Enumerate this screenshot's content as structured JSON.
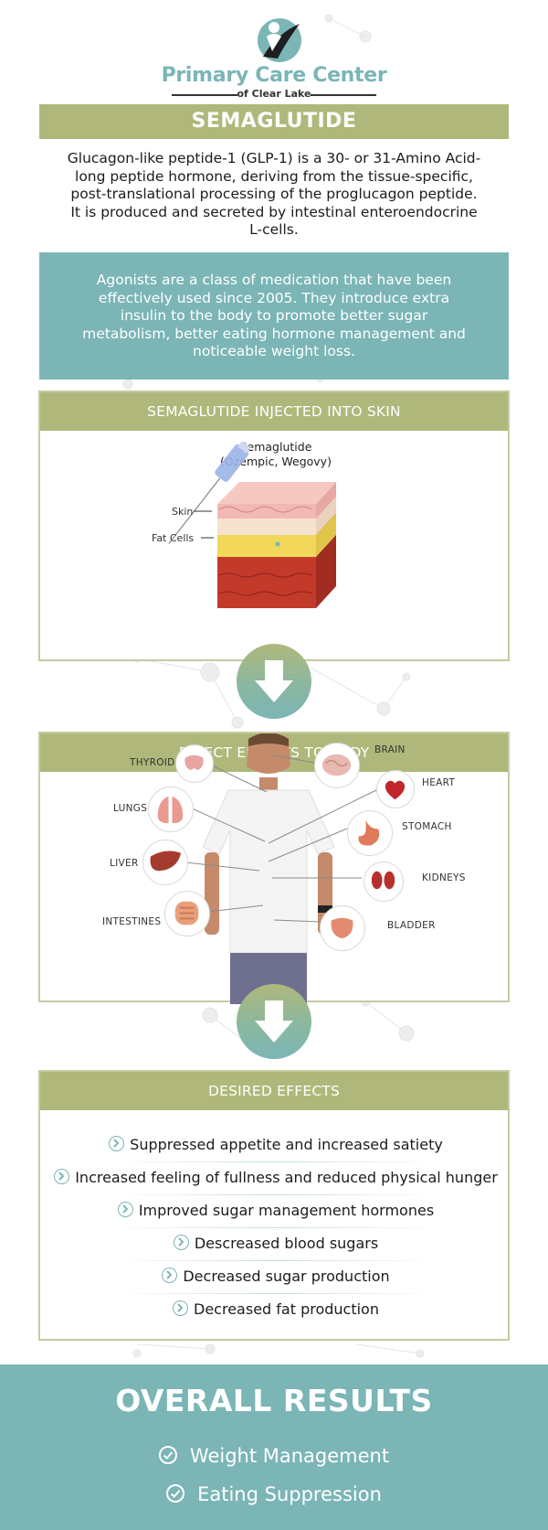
{
  "logo": {
    "name": "Primary Care Center",
    "sub": "of Clear Lake"
  },
  "title": "SEMAGLUTIDE",
  "intro": "Glucagon-like peptide-1 (GLP-1) is a 30- or 31-Amino Acid-long peptide hormone, deriving from the tissue-specific, post-translational processing of the proglucagon peptide. It is produced and secreted by intestinal enteroendocrine L-cells.",
  "agonists": "Agonists are a class of medication that have been effectively used since 2005. They introduce extra insulin to the body to promote better sugar metabolism, better eating hormone management and noticeable weight loss.",
  "injection": {
    "heading": "SEMAGLUTIDE INJECTED INTO SKIN",
    "drug_line1": "Semaglutide",
    "drug_line2": "(Ozempic, Wegovy)",
    "skin_label": "Skin",
    "fat_label": "Fat Cells"
  },
  "direct": {
    "heading": "DIRECT EFFECTS TO BODY",
    "organs_left": [
      "THYROID",
      "LUNGS",
      "LIVER",
      "INTESTINES"
    ],
    "organs_right": [
      "BRAIN",
      "HEART",
      "STOMACH",
      "KIDNEYS",
      "BLADDER"
    ]
  },
  "desired": {
    "heading": "DESIRED EFFECTS",
    "items": [
      "Suppressed appetite and increased satiety",
      "Increased feeling of fullness and reduced physical hunger",
      "Improved sugar management hormones",
      "Descreased blood sugars",
      "Decreased sugar production",
      "Decreased fat production"
    ]
  },
  "overall": {
    "title": "OVERALL RESULTS",
    "items": [
      "Weight Management",
      "Eating Suppression"
    ]
  },
  "colors": {
    "olive": "#afb87a",
    "teal": "#7bb5b6"
  },
  "icons": [
    "chevron-circle-icon",
    "check-circle-icon",
    "down-arrow-icon",
    "syringe-icon"
  ]
}
